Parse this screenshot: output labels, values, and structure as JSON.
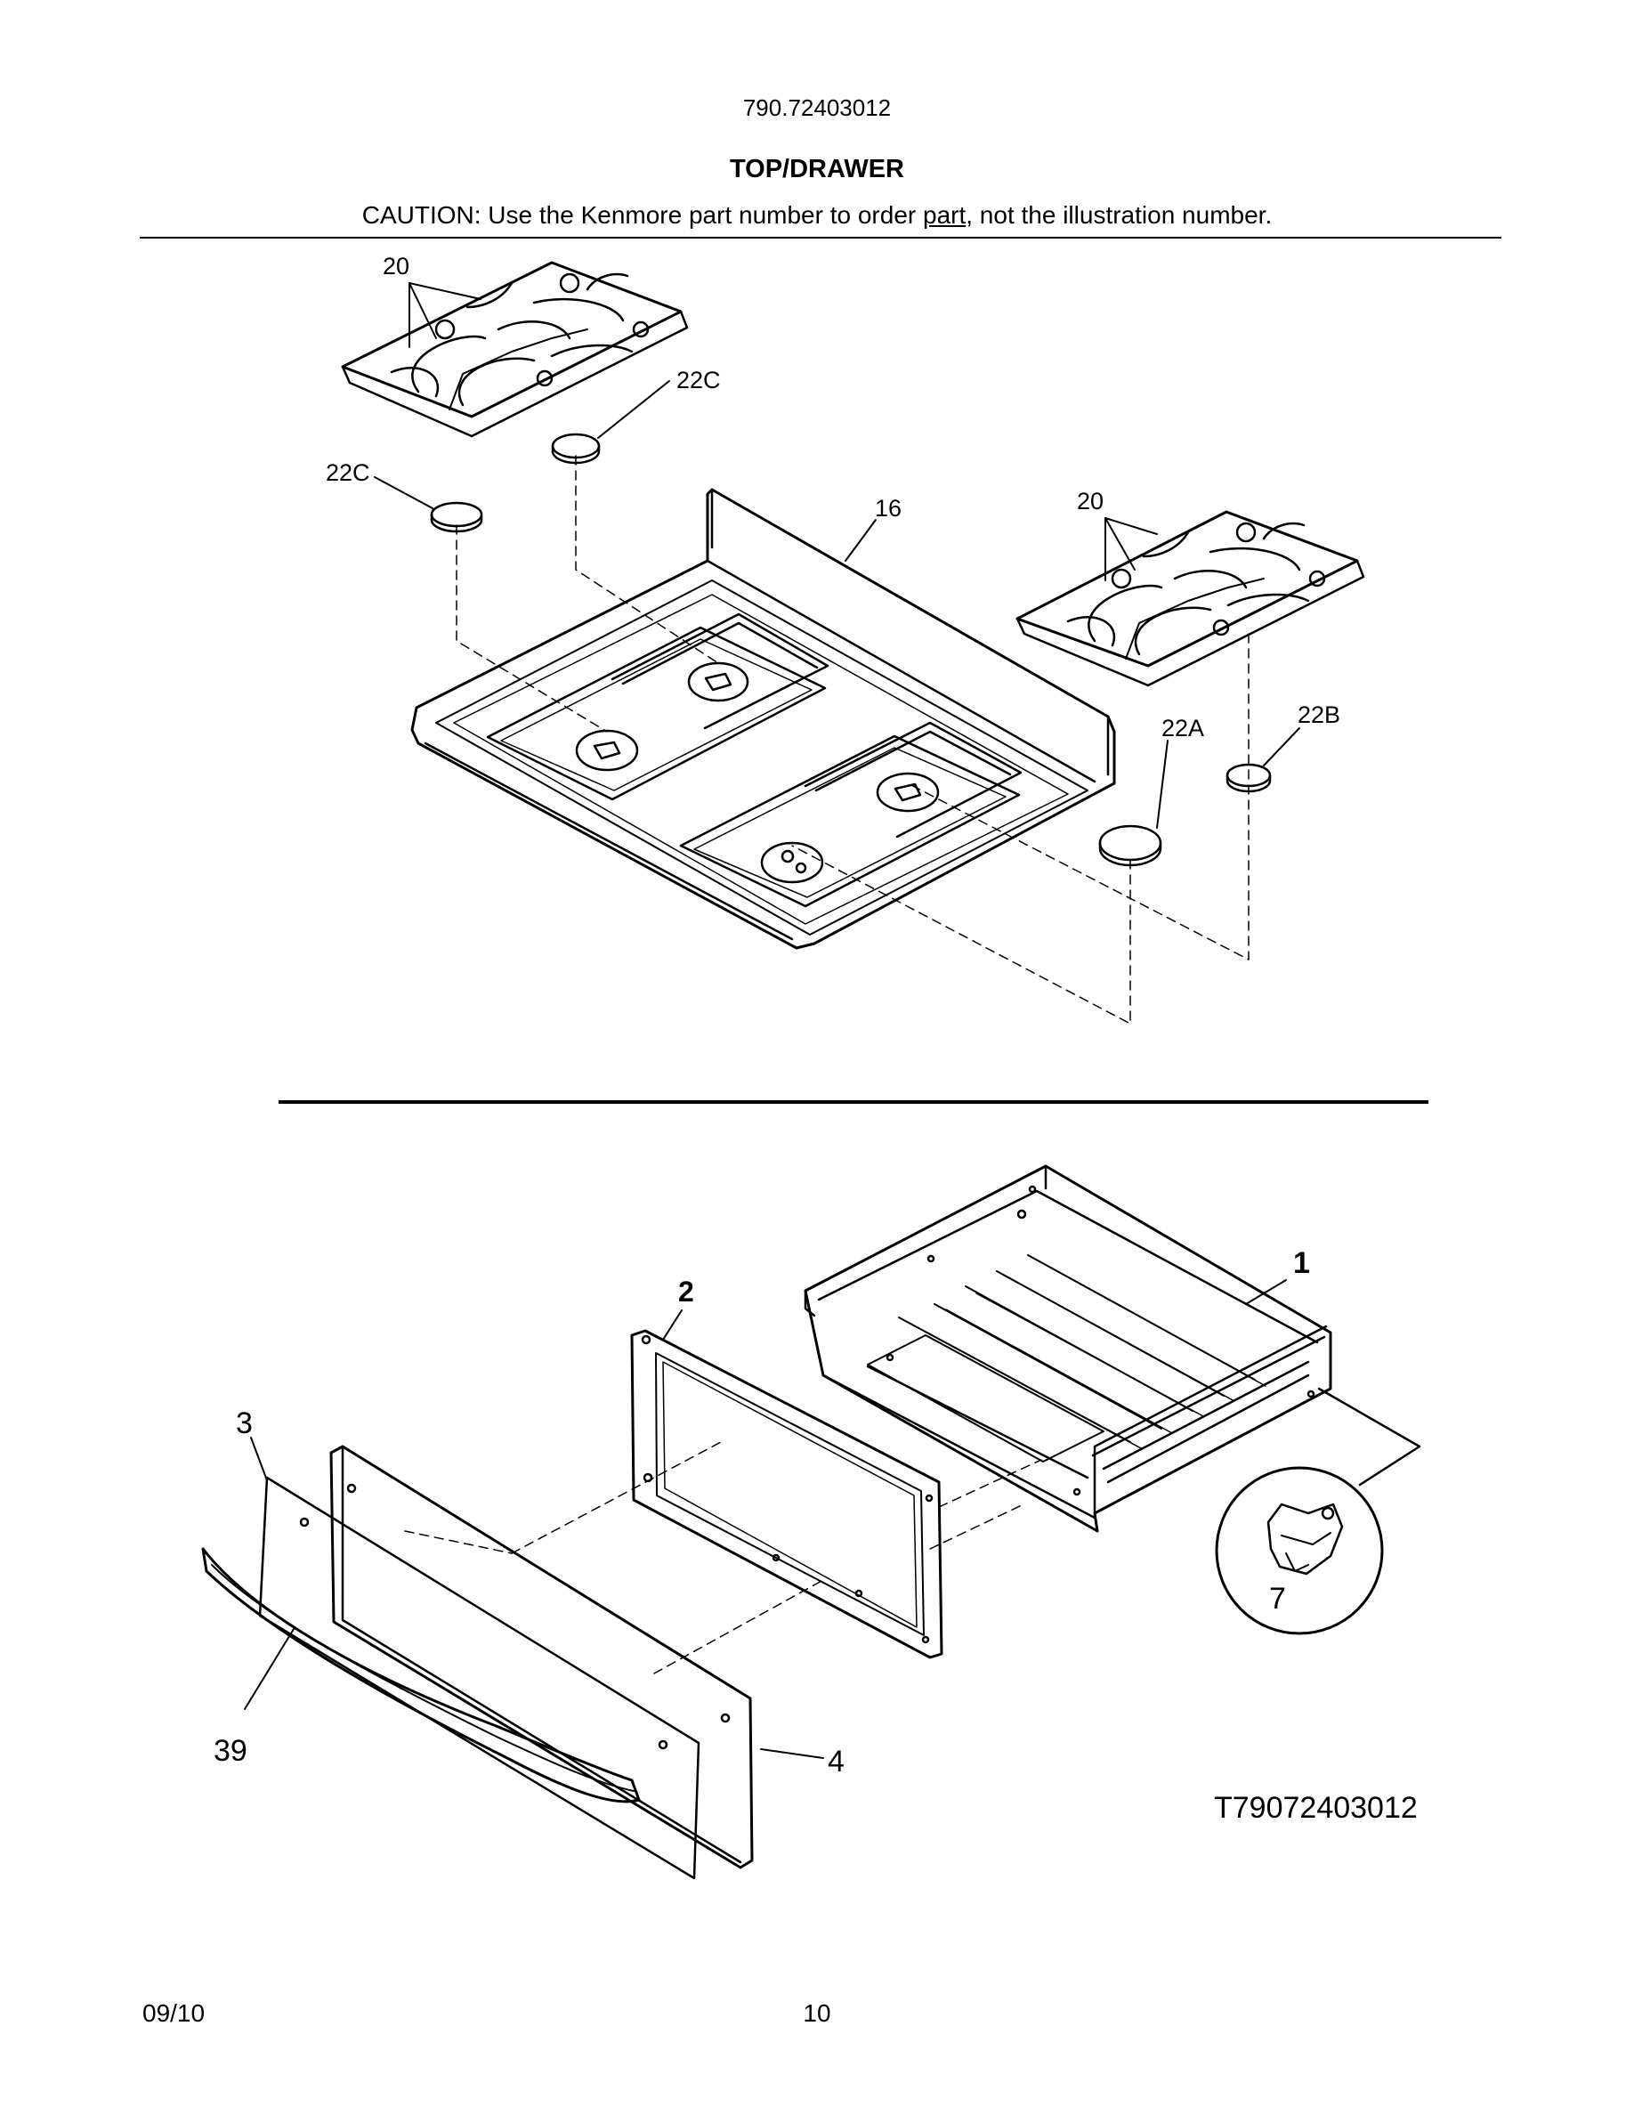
{
  "header": {
    "model_number": "790.72403012",
    "section_title": "TOP/DRAWER",
    "caution_before": "CAUTION: Use the Kenmore part number to order ",
    "caution_underlined": "part",
    "caution_after": ", not the illustration number."
  },
  "callouts": {
    "grate_left": "20",
    "grate_right": "20",
    "cap_22c_top": "22C",
    "cap_22c_left": "22C",
    "top_panel": "16",
    "cap_22a": "22A",
    "cap_22b": "22B",
    "drawer_body": "1",
    "drawer_liner": "2",
    "drawer_front_panel": "3",
    "drawer_handle": "39",
    "drawer_front": "4",
    "glide_detail": "7"
  },
  "diagram_id": "T79072403012",
  "footer": {
    "date": "09/10",
    "page_number": "10"
  }
}
